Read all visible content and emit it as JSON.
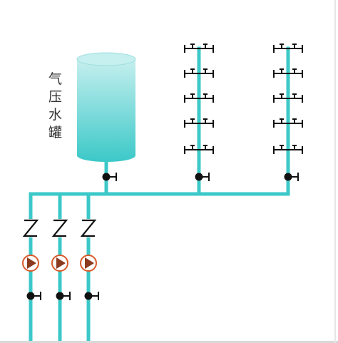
{
  "diagram": {
    "tank_label_chars": [
      "气",
      "压",
      "水",
      "罐"
    ],
    "colors": {
      "pipe": "#3cc8c8",
      "tank_top": "#c6efef",
      "tank_bottom": "#3cc8c8",
      "valve": "#111111",
      "pump_ring": "#d85a2a",
      "pump_arrow": "#8a3a1e"
    },
    "icons": [
      "pressure-tank-icon",
      "gate-valve-icon",
      "check-valve-icon",
      "pump-icon",
      "faucet-icon"
    ]
  }
}
